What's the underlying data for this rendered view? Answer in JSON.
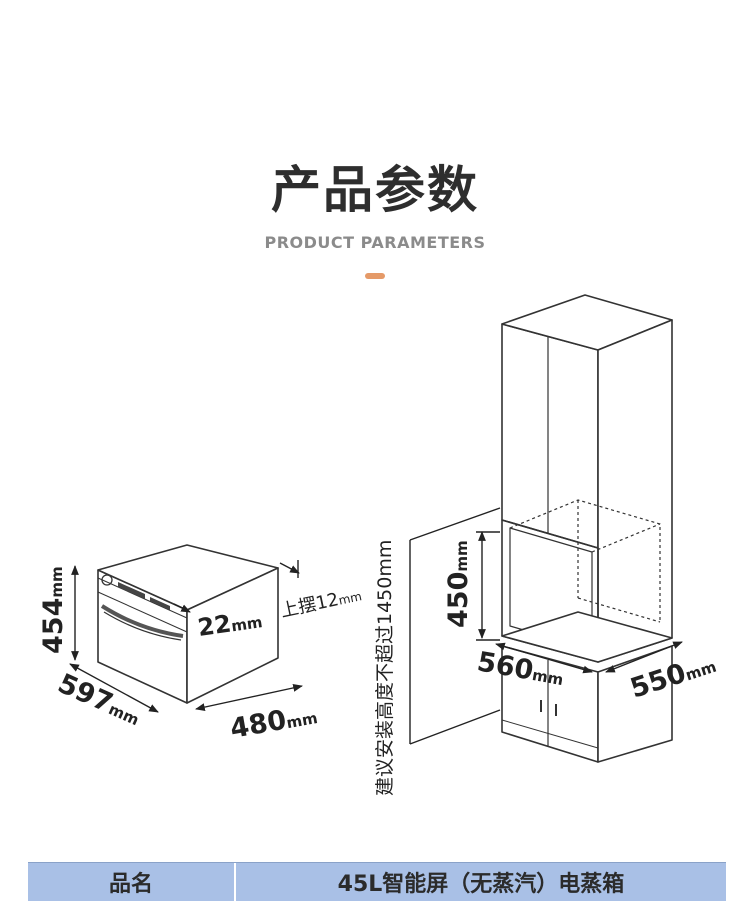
{
  "header": {
    "title": "产品参数",
    "subtitle": "PRODUCT PARAMETERS",
    "accent_color": "#e59a68"
  },
  "oven_dimensions": {
    "height": "454",
    "width": "597",
    "depth": "480",
    "front_offset": "22",
    "unit": "mm",
    "top_clearance_label": "上摆",
    "top_clearance_value": "12",
    "top_clearance_unit": "mm"
  },
  "cabinet_dimensions": {
    "niche_height": "450",
    "niche_width": "560",
    "niche_depth": "550",
    "unit": "mm",
    "install_note": "建议安装高度不超过1450mm"
  },
  "spec_table": {
    "label": "品名",
    "value": "45L智能屏（无蒸汽）电蒸箱",
    "background": "#a9c0e6"
  }
}
